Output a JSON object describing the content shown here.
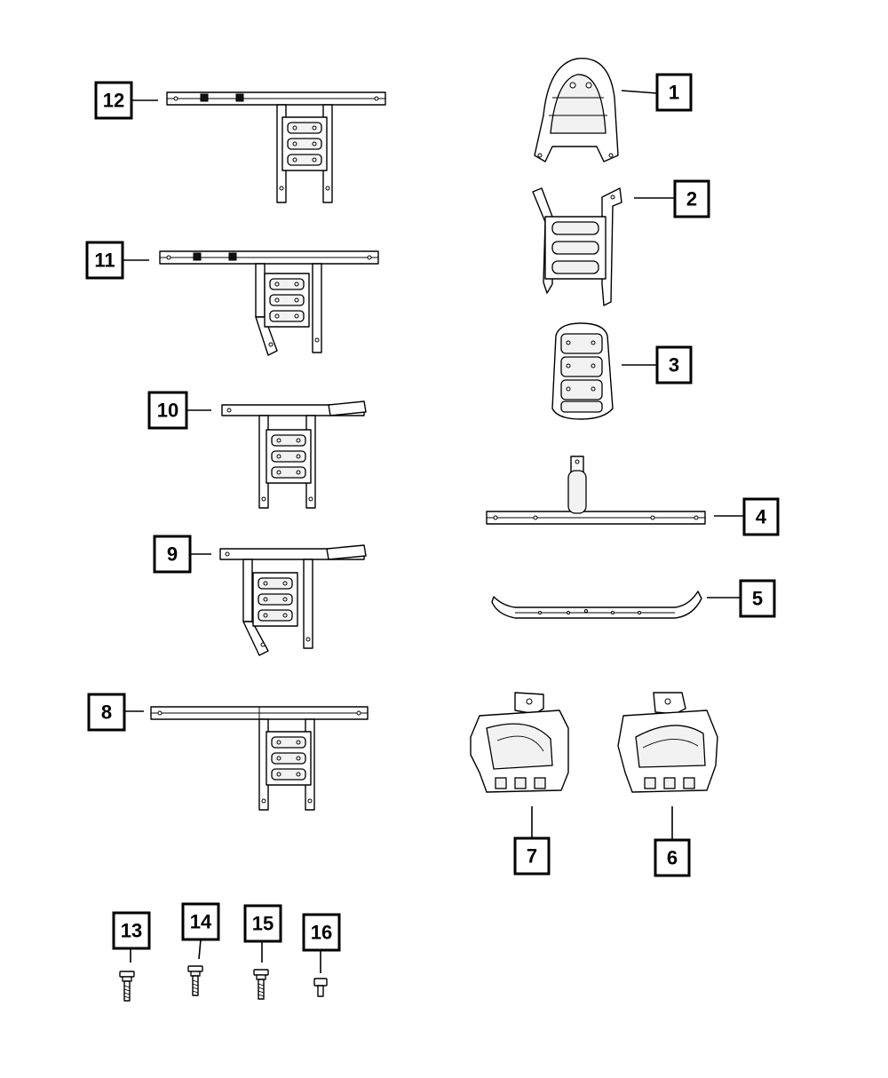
{
  "callouts": [
    {
      "number": "1"
    },
    {
      "number": "2"
    },
    {
      "number": "3"
    },
    {
      "number": "4"
    },
    {
      "number": "5"
    },
    {
      "number": "6"
    },
    {
      "number": "7"
    },
    {
      "number": "8"
    },
    {
      "number": "9"
    },
    {
      "number": "10"
    },
    {
      "number": "11"
    },
    {
      "number": "12"
    },
    {
      "number": "13"
    },
    {
      "number": "14"
    },
    {
      "number": "15"
    },
    {
      "number": "16"
    }
  ],
  "colors": {
    "line": "#000000",
    "background": "#ffffff",
    "shade": "#f2f2f2"
  }
}
